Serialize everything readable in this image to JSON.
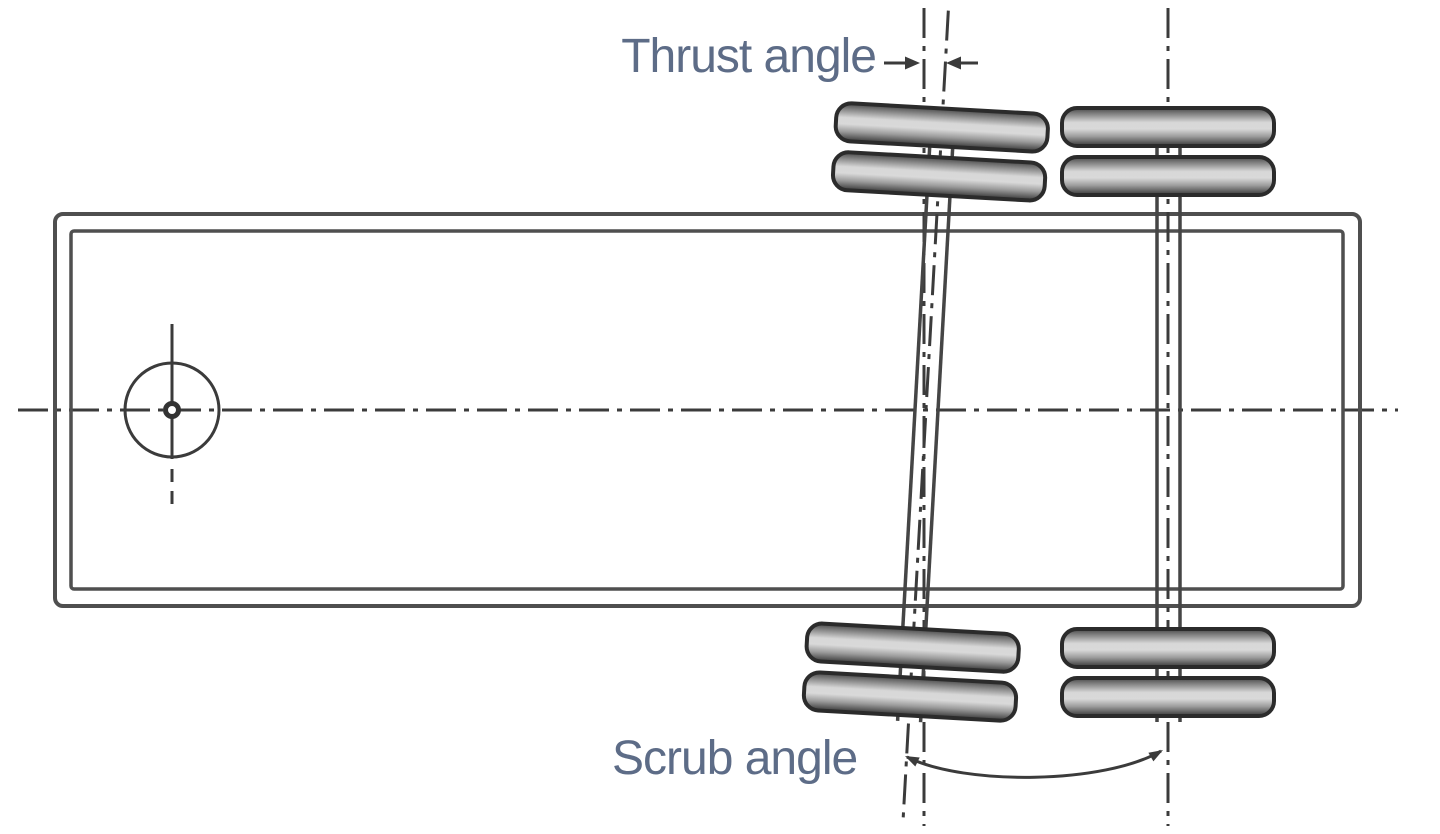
{
  "diagram": {
    "type": "trailer-axle-alignment-top-view",
    "labels": {
      "thrust_angle": "Thrust angle",
      "scrub_angle": "Scrub angle"
    },
    "colors": {
      "background": "#ffffff",
      "line": "#3b3b3b",
      "frame": "#4f4f4f",
      "label_text": "#5d6c87",
      "tire_border": "#2b2b2b",
      "tire_light": "#d9d9d9",
      "tire_dark": "#474747"
    }
  }
}
